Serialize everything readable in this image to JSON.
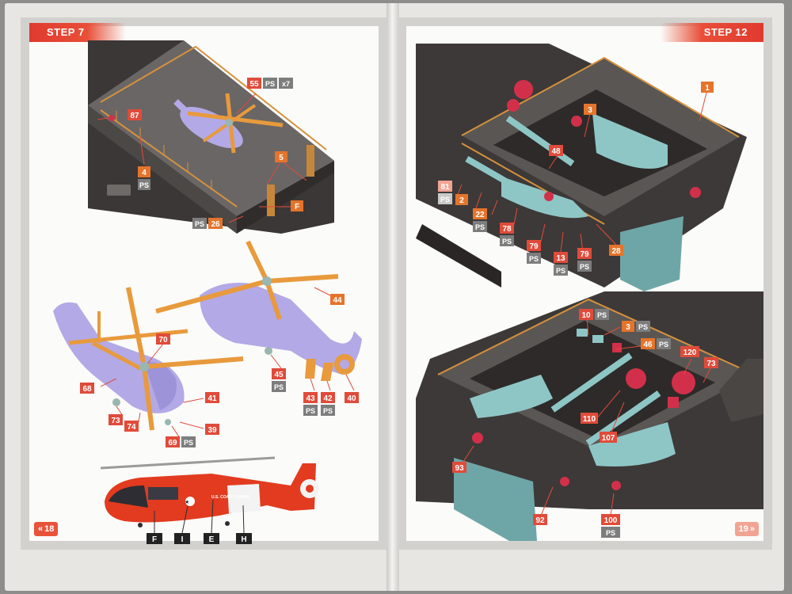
{
  "left_page": {
    "step_label": "STEP 7",
    "page_number": "18",
    "page_arrow": "«",
    "callouts": {
      "c55": "55",
      "c55_ps": "PS",
      "c55_qty": "x7",
      "c87": "87",
      "c4": "4",
      "c4_ps": "PS",
      "c5": "5",
      "cF": "F",
      "c26": "26",
      "c26_ps": "PS",
      "c44": "44",
      "c70": "70",
      "c41": "41",
      "c68": "68",
      "c73": "73",
      "c74": "74",
      "c39": "39",
      "c69": "69",
      "c69_ps": "PS",
      "c45": "45",
      "c45_ps": "PS",
      "c43": "43",
      "c43_ps": "PS",
      "c42": "42",
      "c42_ps": "PS",
      "c40": "40",
      "dF": "F",
      "dI": "I",
      "dE": "E",
      "dH": "H"
    },
    "helicopter_marking": "U.S. COAST GUARD"
  },
  "right_page": {
    "step_label": "STEP 12",
    "page_number": "19",
    "page_arrow": "»",
    "callouts": {
      "c1": "1",
      "c3": "3",
      "c48": "48",
      "c81": "81",
      "c81_ps": "PS",
      "c2": "2",
      "c22": "22",
      "c22_ps": "PS",
      "c78": "78",
      "c78_ps": "PS",
      "c79a": "79",
      "c79a_ps": "PS",
      "c13": "13",
      "c13_ps": "PS",
      "c79b": "79",
      "c79b_ps": "PS",
      "c28": "28",
      "c10": "10",
      "c10_ps": "PS",
      "c3b": "3",
      "c3b_ps": "PS",
      "c46": "46",
      "c46_ps": "PS",
      "c120": "120",
      "c73": "73",
      "c110": "110",
      "c107": "107",
      "c93": "93",
      "c92": "92",
      "c100": "100",
      "c100_ps": "PS"
    }
  },
  "colors": {
    "callout_red": "#e04b3a",
    "callout_orange": "#e5742b",
    "ps_gray": "#7d7d7d",
    "helo_lavender": "#b3a9e6",
    "rotor_orange": "#e89a3c",
    "hull_dark": "#3d3938",
    "deck_teal": "#8ec6c6",
    "winch_red": "#d2304a",
    "coast_guard_red": "#e23b1f"
  }
}
